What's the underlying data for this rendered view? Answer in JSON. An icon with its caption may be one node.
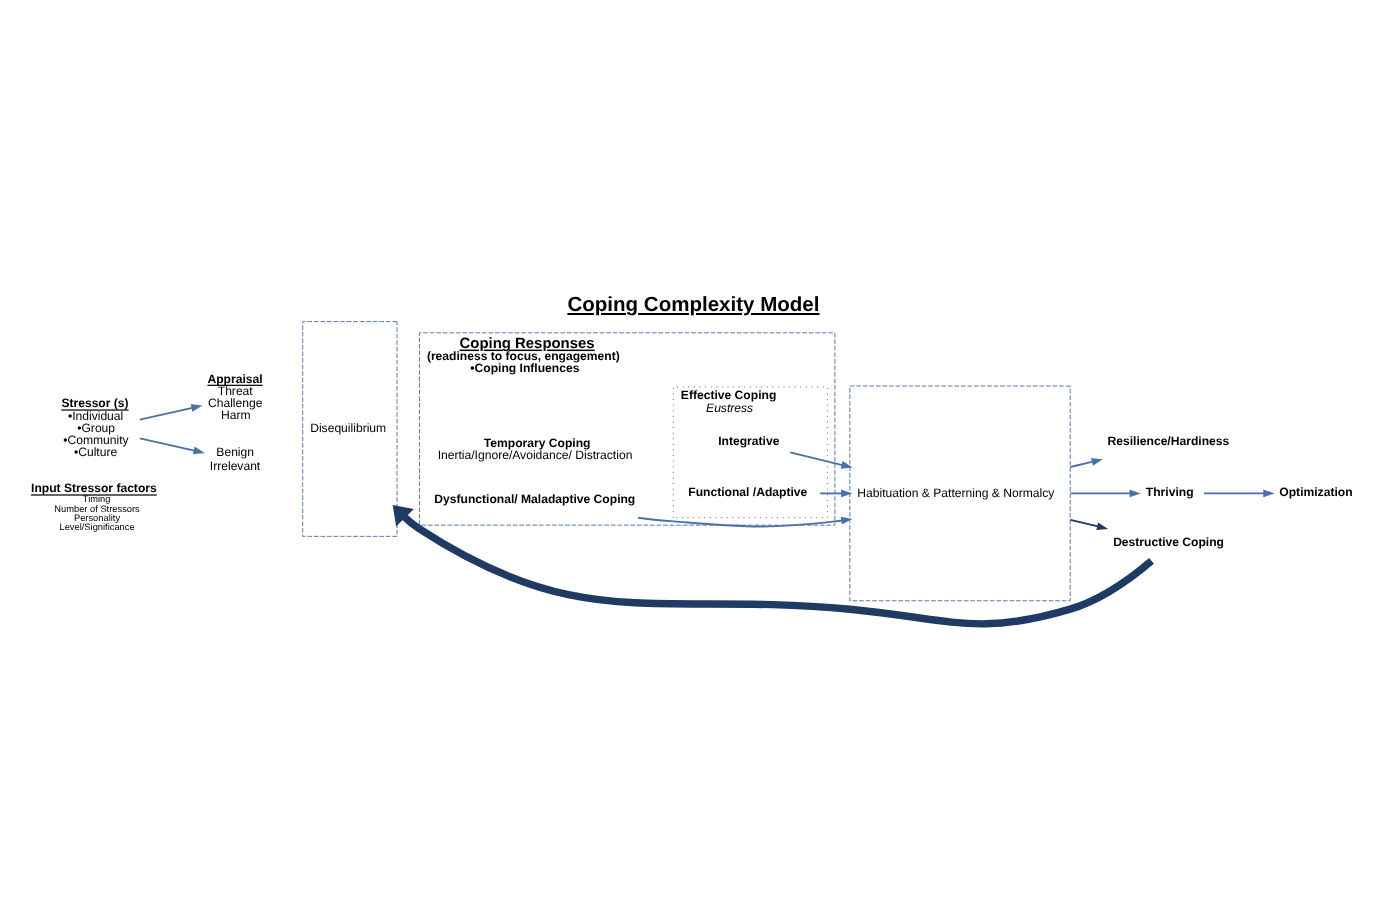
{
  "diagram": {
    "title": "Coping Complexity Model",
    "nodes": [
      {
        "text": [
          "Stressor (s)",
          "•Individual",
          "•Group",
          "•Community",
          "•Culture"
        ]
      },
      {
        "text": [
          "Appraisal",
          "Threat",
          "Challenge",
          "Harm"
        ]
      },
      {
        "text": [
          "Benign",
          "Irrelevant"
        ]
      },
      {
        "text": [
          "Disequilibrium"
        ]
      },
      {
        "text": [
          "Coping Responses",
          "(readiness to focus, engagement)",
          "•Coping Influences"
        ]
      },
      {
        "text": [
          "Temporary Coping",
          "Inertia/Ignore/Avoidance/ Distraction"
        ],
        "in": 4
      },
      {
        "text": [
          "Effective Coping",
          "Eustress"
        ],
        "in": 4
      },
      {
        "text": [
          "Functional /Adaptive"
        ],
        "in": 6
      },
      {
        "text": [
          "Integrative"
        ],
        "in": 6
      },
      {
        "text": [
          "Dysfunctional/ Maladaptive Coping"
        ],
        "in": 4
      },
      {
        "text": [
          "Habituation & Patterning & Normalcy"
        ]
      },
      {
        "text": [
          "Resilience/Hardiness"
        ]
      },
      {
        "text": [
          "Thriving"
        ]
      },
      {
        "text": [
          "Optimization"
        ]
      },
      {
        "text": [
          "Destructive Coping"
        ]
      }
    ],
    "edges": [
      {
        "from": 0,
        "to": 1,
        "arrow": "to"
      },
      {
        "from": 0,
        "to": 2,
        "arrow": "to"
      },
      {
        "from": 7,
        "to": 10,
        "arrow": "to"
      },
      {
        "from": 8,
        "to": 10,
        "arrow": "to"
      },
      {
        "from": 9,
        "to": 10,
        "arrow": "to"
      },
      {
        "from": 10,
        "to": 11,
        "arrow": "to"
      },
      {
        "from": 10,
        "to": 12,
        "arrow": "to"
      },
      {
        "from": 12,
        "to": 13,
        "arrow": "to"
      },
      {
        "from": 10,
        "to": 14,
        "arrow": "to",
        "color": "#1f3b63"
      },
      {
        "from": 14,
        "to": 3,
        "arrow": "to",
        "style": "thick",
        "color": "#1f3b63"
      }
    ],
    "labels": [
      "Input Stressor factors",
      "Timing",
      "Number of Stressors",
      "Personality",
      "Level/Significance"
    ]
  }
}
